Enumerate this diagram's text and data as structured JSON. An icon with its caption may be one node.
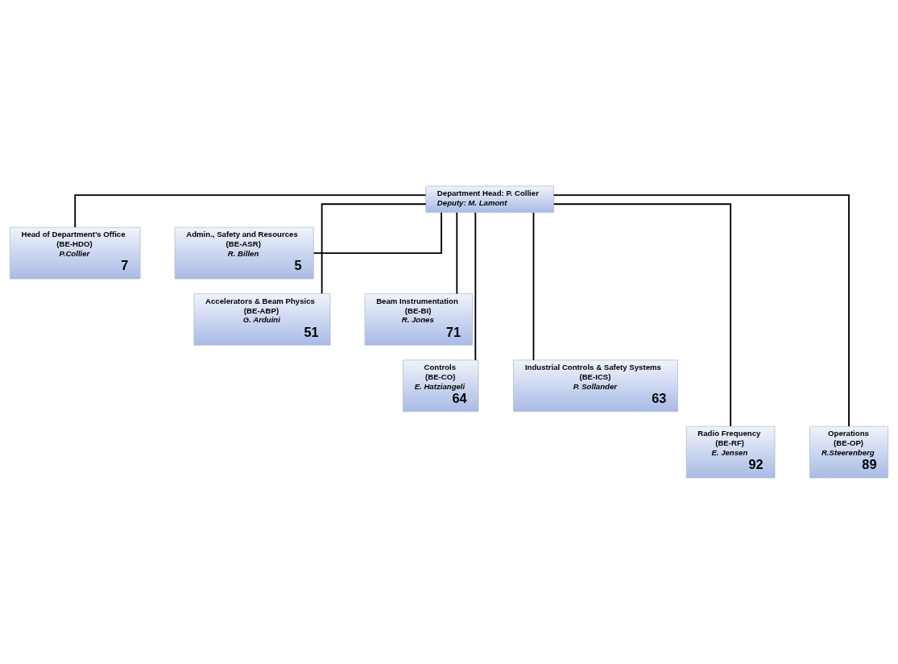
{
  "diagram": {
    "nodes": [
      {
        "text": [
          "Department Head: P. Collier",
          "Deputy: M. Lamont"
        ]
      },
      {
        "text": [
          "Head of Department’s Office",
          "(BE-HDO)",
          "P.Collier",
          "7"
        ]
      },
      {
        "text": [
          "Admin., Safety and Resources",
          "(BE-ASR)",
          "R. Billen",
          "5"
        ]
      },
      {
        "text": [
          "Accelerators & Beam Physics",
          "(BE-ABP)",
          "G. Arduini",
          "51"
        ]
      },
      {
        "text": [
          "Beam Instrumentation",
          "(BE-BI)",
          "R. Jones",
          "71"
        ]
      },
      {
        "text": [
          "Controls",
          "(BE-CO)",
          "E. Hatziangeli",
          "64"
        ]
      },
      {
        "text": [
          "Industrial Controls & Safety Systems",
          "(BE-ICS)",
          "P. Sollander",
          "63"
        ]
      },
      {
        "text": [
          "Radio Frequency",
          "(BE-RF)",
          "E. Jensen",
          "92"
        ]
      },
      {
        "text": [
          "Operations",
          "(BE-OP)",
          "R.Steerenberg",
          "89"
        ]
      }
    ],
    "edges": [
      {
        "from": 0,
        "to": 1,
        "arrow": "none"
      },
      {
        "from": 0,
        "to": 2,
        "arrow": "none"
      },
      {
        "from": 0,
        "to": 3,
        "arrow": "none"
      },
      {
        "from": 0,
        "to": 4,
        "arrow": "none"
      },
      {
        "from": 0,
        "to": 5,
        "arrow": "none"
      },
      {
        "from": 0,
        "to": 6,
        "arrow": "none"
      },
      {
        "from": 0,
        "to": 7,
        "arrow": "none"
      },
      {
        "from": 0,
        "to": 8,
        "arrow": "none"
      }
    ]
  }
}
